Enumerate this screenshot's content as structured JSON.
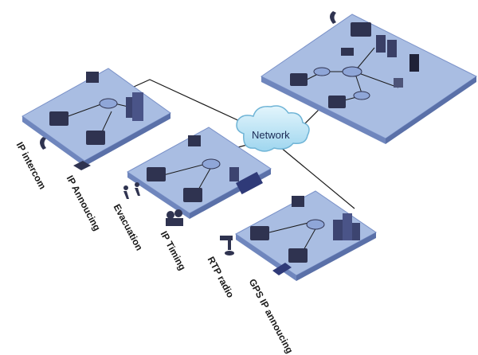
{
  "diagram": {
    "cloud_label": "Network",
    "feature_labels": [
      "IP intercom",
      "IP Annoucing",
      "Evacuation",
      "IP Timing",
      "RTP radio",
      "GPS IP annoucing"
    ],
    "colors": {
      "platform_top": "#a9bde2",
      "platform_side": "#6f86bd",
      "device": "#2f3350",
      "cloud": "#bfe6f7",
      "link_line": "#1a1a1a"
    }
  }
}
